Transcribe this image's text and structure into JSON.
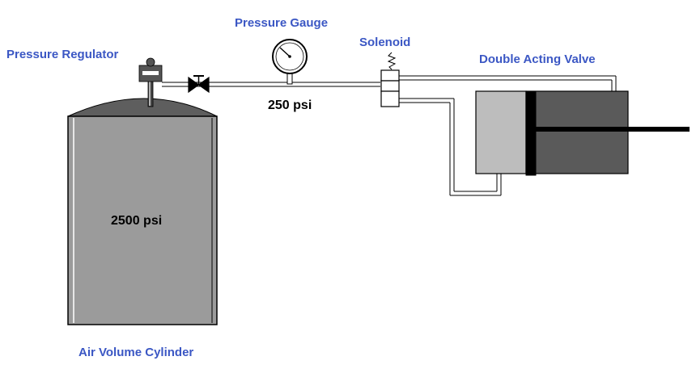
{
  "labels": {
    "pressure_regulator": "Pressure Regulator",
    "pressure_gauge": "Pressure Gauge",
    "solenoid": "Solenoid",
    "double_acting_valve": "Double Acting Valve",
    "air_volume_cylinder": "Air Volume Cylinder"
  },
  "values": {
    "line_pressure": "250 psi",
    "tank_pressure": "2500 psi"
  },
  "colors": {
    "label": "#3b57c4",
    "tank_body": "#9b9b9b",
    "tank_dome": "#5e5e5e",
    "actuator_left": "#bdbdbd",
    "actuator_right": "#5a5a5a",
    "piston": "#000000"
  }
}
